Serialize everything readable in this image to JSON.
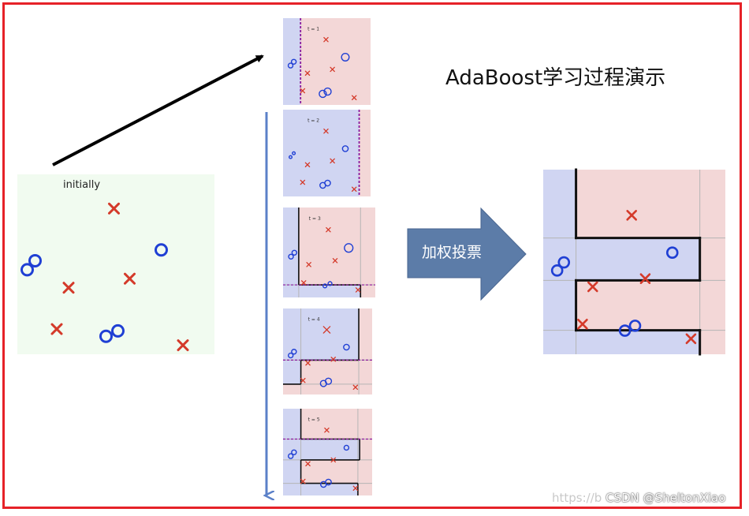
{
  "title": "AdaBoost学习过程演示",
  "initial_panel": {
    "label": "initially",
    "points": [
      {
        "kind": "x",
        "x": 0.49,
        "y": 0.19
      },
      {
        "kind": "o",
        "x": 0.05,
        "y": 0.53
      },
      {
        "kind": "o",
        "x": 0.09,
        "y": 0.48
      },
      {
        "kind": "x",
        "x": 0.26,
        "y": 0.63
      },
      {
        "kind": "x",
        "x": 0.57,
        "y": 0.58
      },
      {
        "kind": "o",
        "x": 0.73,
        "y": 0.42
      },
      {
        "kind": "x",
        "x": 0.2,
        "y": 0.86
      },
      {
        "kind": "o",
        "x": 0.45,
        "y": 0.9
      },
      {
        "kind": "o",
        "x": 0.51,
        "y": 0.87
      },
      {
        "kind": "x",
        "x": 0.84,
        "y": 0.95
      }
    ]
  },
  "rounds": [
    {
      "label": "t = 1"
    },
    {
      "label": "t = 2"
    },
    {
      "label": "t = 3"
    },
    {
      "label": "t = 4"
    },
    {
      "label": "t = 5"
    }
  ],
  "arrow_label": "加权投票",
  "watermark": {
    "faint": "https://b",
    "strong": "CSDN @SheltonXiao"
  },
  "colors": {
    "frame": "#e62228",
    "positive_region": "#d0d5f2",
    "negative_region": "#f3d7d7",
    "initial_bg": "#f1fbf0",
    "o_marker": "#1f3fd4",
    "x_marker": "#d43a2a",
    "arrow_fill": "#5c7ca8",
    "down_arrow": "#5b80c8"
  }
}
